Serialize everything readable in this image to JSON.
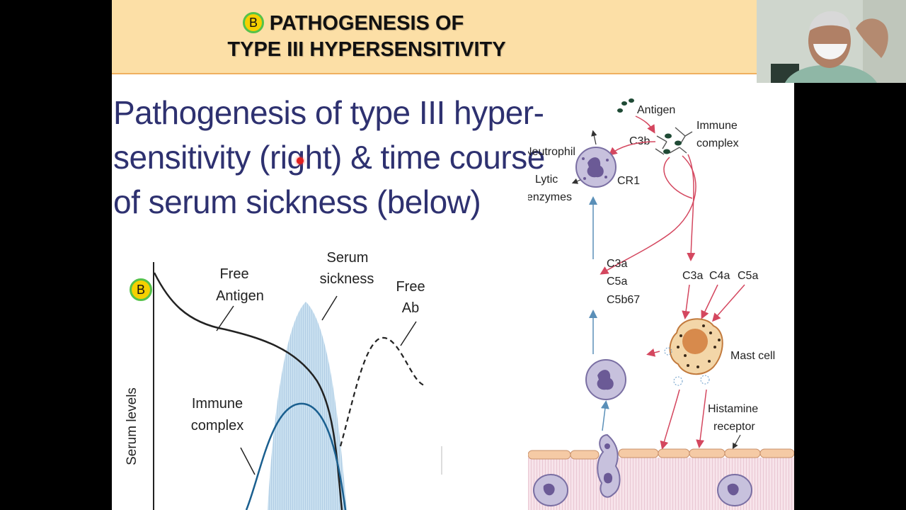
{
  "header": {
    "badge": "B",
    "title_line1": "PATHOGENESIS OF",
    "title_line2": "TYPE III HYPERSENSITIVITY"
  },
  "slide_title": {
    "line1": "Pathogenesis of type III hyper-",
    "line2": "sensitivity (right) & time course",
    "line3": "of serum sickness (below)"
  },
  "graph": {
    "badge": "B",
    "ylabel": "Serum levels",
    "labels": {
      "free_antigen_1": "Free",
      "free_antigen_2": "Antigen",
      "serum_sickness_1": "Serum",
      "serum_sickness_2": "sickness",
      "free_ab_1": "Free",
      "free_ab_2": "Ab",
      "immune_complex_1": "Immune",
      "immune_complex_2": "complex"
    }
  },
  "diagram": {
    "labels": {
      "antigen": "Antigen",
      "immune_complex_1": "Immune",
      "immune_complex_2": "complex",
      "c3b": "C3b",
      "neutrophil": "Neutrophil",
      "cr1": "CR1",
      "lytic_1": "Lytic",
      "lytic_2": "enzymes",
      "c3a_left": "C3a",
      "c5a_left": "C5a",
      "c5b67": "C5b67",
      "c3a_right": "C3a",
      "c4a_right": "C4a",
      "c5a_right": "C5a",
      "mast_cell": "Mast cell",
      "histamine_1": "Histamine",
      "histamine_2": "receptor"
    }
  },
  "colors": {
    "header_bg": "#fcdfa6",
    "title_text": "#2e3170",
    "badge_fill": "#f5d000",
    "badge_ring": "#55c24a",
    "immune_complex_curve": "#1a5f8f",
    "serum_sickness_fill": "#b7d3e8",
    "arrow_red": "#d4475f",
    "arrow_blue": "#5a8fb8"
  }
}
